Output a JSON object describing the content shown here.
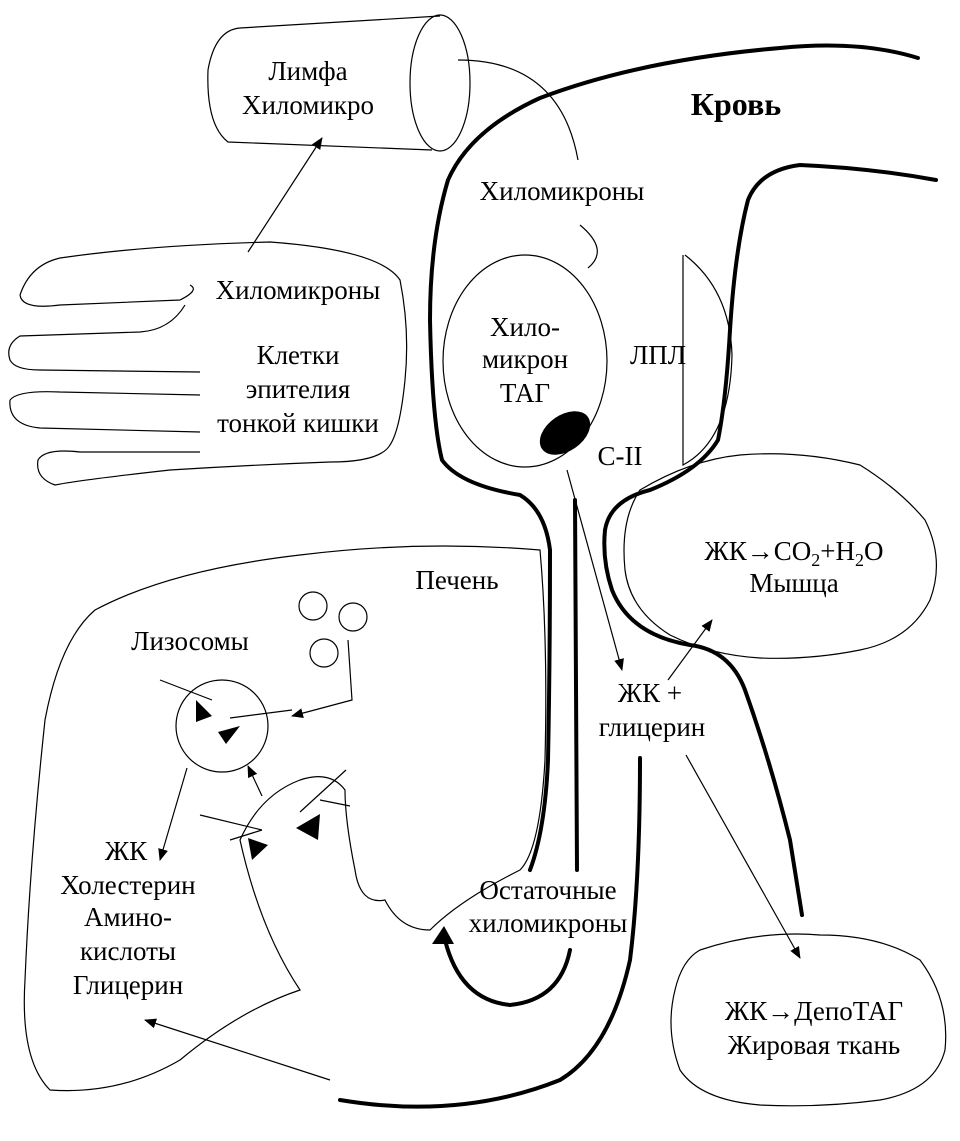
{
  "labels": {
    "lymph_line1": "Лимфа",
    "lymph_line2": "Хиломикро",
    "blood": "Кровь",
    "chylomicrons_top": "Хиломикроны",
    "chylomicrons_left": "Хиломикроны",
    "epithelium_line1": "Клетки",
    "epithelium_line2": "эпителия",
    "epithelium_line3": "тонкой кишки",
    "chylomicron_tag_line1": "Хило-",
    "chylomicron_tag_line2": "микрон",
    "chylomicron_tag_line3": "ТАГ",
    "lpl": "ЛПЛ",
    "c2": "С-II",
    "muscle_line1": "ЖК→СО",
    "muscle_sub1": "2",
    "muscle_line1b": "+Н",
    "muscle_sub2": "2",
    "muscle_line1c": "О",
    "muscle_line2": "Мышца",
    "liver": "Печень",
    "lysosomes": "Лизосомы",
    "fa_glycerol_line1": "ЖК +",
    "fa_glycerol_line2": "глицерин",
    "products_line1": "ЖК",
    "products_line2": "Холестерин",
    "products_line3": "Амино-",
    "products_line4": "кислоты",
    "products_line5": "Глицерин",
    "remnant_line1": "Остаточные",
    "remnant_line2": "хиломикроны",
    "adipose_line1": "ЖК→ДепоТАГ",
    "adipose_line2": "Жировая ткань"
  }
}
